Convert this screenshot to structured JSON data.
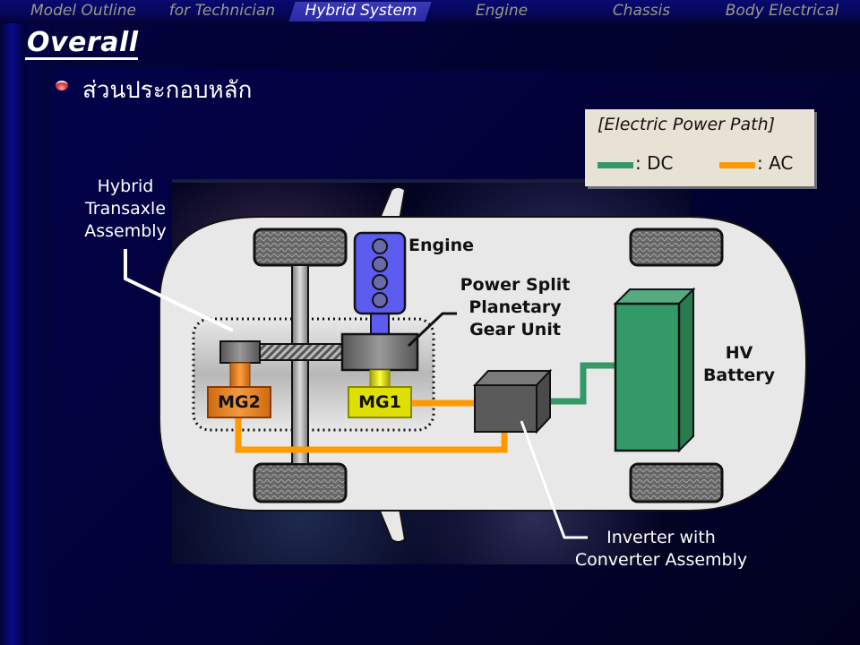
{
  "nav": {
    "items": [
      {
        "label": "Model Outline",
        "active": false
      },
      {
        "label": "for Technician",
        "active": false
      },
      {
        "label": "Hybrid System",
        "active": true
      },
      {
        "label": "Engine",
        "active": false
      },
      {
        "label": "Chassis",
        "active": false
      },
      {
        "label": "Body Electrical",
        "active": false
      }
    ]
  },
  "page": {
    "title": "Overall",
    "subheading": "ส่วนประกอบหลัก",
    "bullet_icon": "red-bullet-icon"
  },
  "legend": {
    "title": "[Electric Power Path]",
    "items": [
      {
        "label": ": DC",
        "color": "#339966"
      },
      {
        "label": ": AC",
        "color": "#ff9900"
      }
    ]
  },
  "callouts": {
    "transaxle": [
      "Hybrid",
      "Transaxle",
      "Assembly"
    ],
    "inverter": [
      "Inverter with",
      "Converter Assembly"
    ]
  },
  "diagram": {
    "engine_label": "Engine",
    "psgu_label": [
      "Power Split",
      "Planetary",
      "Gear Unit"
    ],
    "battery_label": [
      "HV",
      "Battery"
    ],
    "mg1_label": "MG1",
    "mg2_label": "MG2",
    "colors": {
      "dc_path": "#339966",
      "ac_path": "#ff9900",
      "engine": "#5c5cf0",
      "mg1": "#e0e000",
      "mg2": "#e07a20",
      "battery": "#339966",
      "body": "#e8e8e8"
    }
  }
}
